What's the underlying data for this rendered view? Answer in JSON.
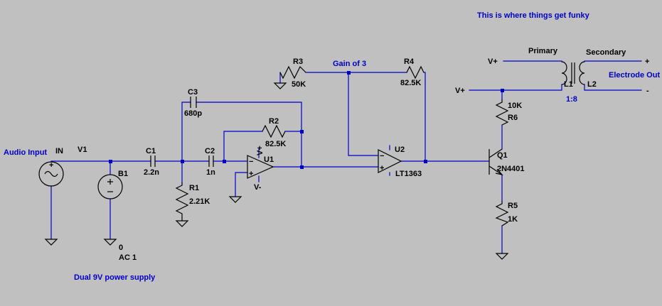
{
  "notes": {
    "funky": "This is where things get funky",
    "gain": "Gain of 3",
    "audio_input": "Audio Input",
    "electrode_out": "Electrode Out",
    "power_supply": "Dual 9V power supply",
    "ratio": "1:8"
  },
  "nets": {
    "in": "IN",
    "v1": "V1",
    "vplus_1": "V+",
    "vplus_2": "V+",
    "plus": "+",
    "minus": "-"
  },
  "transformer": {
    "primary": "Primary",
    "secondary": "Secondary",
    "l1": "L1",
    "l2": "L2"
  },
  "components": {
    "c1": {
      "name": "C1",
      "value": "2.2n"
    },
    "c2": {
      "name": "C2",
      "value": "1n"
    },
    "c3": {
      "name": "C3",
      "value": "680p"
    },
    "r1": {
      "name": "R1",
      "value": "2.21K"
    },
    "r2": {
      "name": "R2",
      "value": "82.5K"
    },
    "r3": {
      "name": "R3",
      "value": "50K"
    },
    "r4": {
      "name": "R4",
      "value": "82.5K"
    },
    "r5": {
      "name": "R5",
      "value": "1K"
    },
    "r6": {
      "name": "R6",
      "value": "10K"
    },
    "b1": {
      "name": "B1",
      "value_line1": "0",
      "value_line2": "AC 1"
    },
    "u1": {
      "name": "U1",
      "vplus": "V+",
      "vminus": "V-"
    },
    "u2": {
      "name": "U2",
      "part": "LT1363"
    },
    "q1": {
      "name": "Q1",
      "part": "2N4401"
    }
  },
  "colors": {
    "background": "#c0c0c0",
    "wire": "#0000c8",
    "component": "#000000",
    "annotation": "#0000c8"
  }
}
